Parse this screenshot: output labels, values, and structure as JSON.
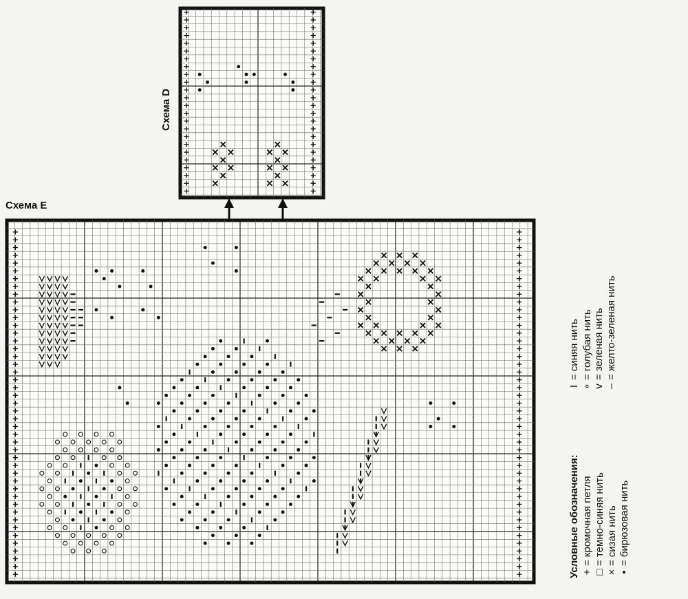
{
  "chart_e": {
    "title": "Схема E"
  },
  "chart_d": {
    "title": "Схема D"
  },
  "legend": {
    "title": "Условные обозначения:",
    "items": [
      {
        "symbol": "+",
        "text": "= кромочная петля"
      },
      {
        "symbol": "□",
        "text": "= темно-синяя нить"
      },
      {
        "symbol": "×",
        "text": "= сизая нить"
      },
      {
        "symbol": "•",
        "text": "= бирюзовая нить"
      },
      {
        "symbol": "I",
        "text": "= синяя нить"
      },
      {
        "symbol": "∘",
        "text": "= голубая нить"
      },
      {
        "symbol": "v",
        "text": "= зеленая нить"
      },
      {
        "symbol": "–",
        "text": "= желто-зеленая нить"
      }
    ]
  },
  "colors": {
    "ink": "#111111",
    "paper": "#f4f4f1",
    "grid": "#555555"
  }
}
